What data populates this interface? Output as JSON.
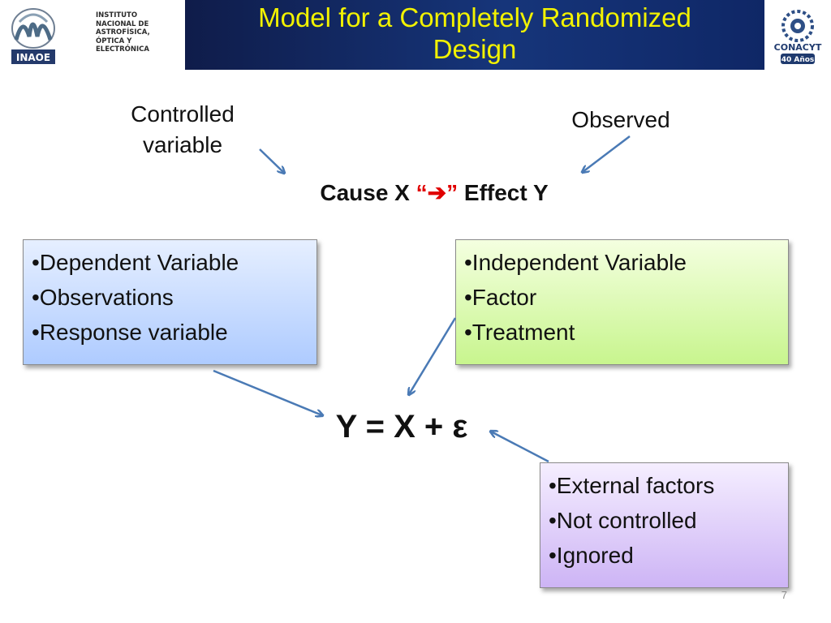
{
  "header": {
    "institution_lines": [
      "INSTITUTO",
      "NACIONAL DE",
      "ASTROFÍSICA,",
      "ÓPTICA Y",
      "ELECTRÓNICA"
    ],
    "institution_logo_text": "INAOE",
    "title_lines": [
      "Model for a Completely Randomized",
      "Design"
    ],
    "partner_logo_text": "CONACYT",
    "partner_logo_subtext": "40 Años",
    "title_color": "#f2f200",
    "banner_color": "#16357a"
  },
  "labels": {
    "controlled_lines": [
      "Controlled",
      "variable"
    ],
    "observed": "Observed"
  },
  "cause_effect": {
    "cause": "Cause X ",
    "open_quote": "“",
    "arrow": "➔",
    "close_quote": "”",
    "effect": " Effect Y",
    "accent_color": "#e00000"
  },
  "boxes": {
    "dependent": [
      "•Dependent Variable",
      "•Observations",
      "•Response variable"
    ],
    "independent": [
      "•Independent Variable",
      "•Factor",
      "•Treatment"
    ],
    "external": [
      "•External factors",
      "•Not controlled",
      "•Ignored"
    ]
  },
  "equation": "Y = X + ε",
  "page_number": "7"
}
